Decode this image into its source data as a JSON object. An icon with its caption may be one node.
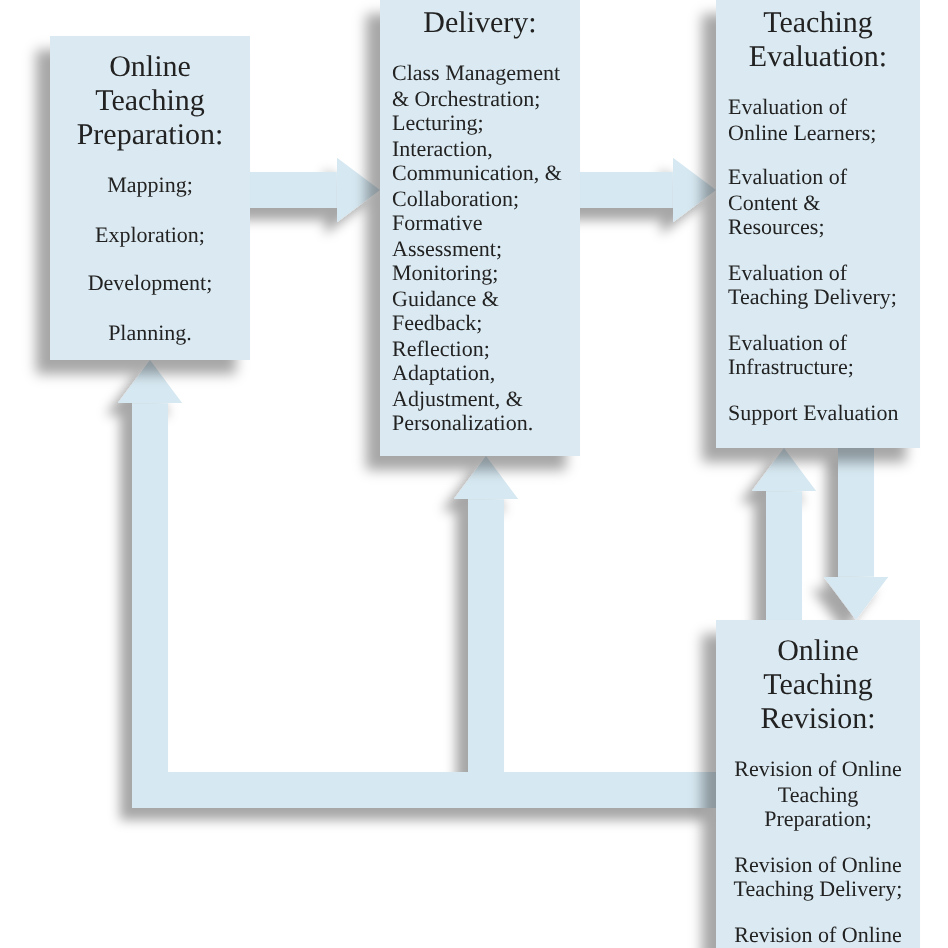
{
  "diagram": {
    "nodes": [
      {
        "text": [
          "Online Teaching Preparation:",
          "Mapping;",
          "Exploration;",
          "Development;",
          "Planning."
        ]
      },
      {
        "text": [
          "Delivery:",
          "Class Management & Orchestration;",
          "Lecturing;",
          "Interaction, Communication, & Collaboration;",
          "Formative Assessment;",
          "Monitoring;",
          "Guidance & Feedback;",
          "Reflection;",
          "Adaptation, Adjustment, & Personalization."
        ]
      },
      {
        "text": [
          "Teaching Evaluation:",
          "Evaluation of Online Learners;",
          "Evaluation of Content & Resources;",
          "Evaluation of Teaching Delivery;",
          "Evaluation of Infrastructure;",
          "Support Evaluation"
        ]
      },
      {
        "text": [
          "Online Teaching Revision:",
          "Revision of Online Teaching Preparation;",
          "Revision of Online Teaching Delivery;",
          "Revision of Online"
        ]
      }
    ],
    "edges": [
      {
        "from": 0,
        "to": 1,
        "arrow": "to"
      },
      {
        "from": 1,
        "to": 2,
        "arrow": "to"
      },
      {
        "from": 2,
        "to": 3,
        "arrow": "to"
      },
      {
        "from": 3,
        "to": 2,
        "arrow": "to"
      },
      {
        "from": 3,
        "to": 1,
        "arrow": "to"
      },
      {
        "from": 3,
        "to": 0,
        "arrow": "to"
      }
    ]
  }
}
